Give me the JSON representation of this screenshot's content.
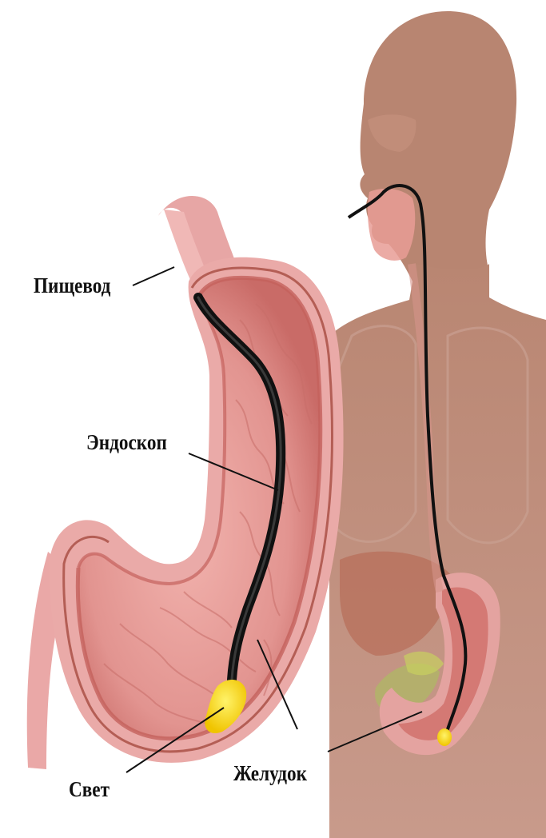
{
  "labels": {
    "esophagus": "Пищевод",
    "endoscope": "Эндоскоп",
    "light": "Свет",
    "stomach": "Желудок"
  },
  "colors": {
    "background": "#ffffff",
    "body_silhouette": "#b98672",
    "stomach_wall": "#e9a9a6",
    "stomach_inner": "#d67c79",
    "stomach_lining": "#c76662",
    "endoscope": "#111111",
    "light": "#f5d21c",
    "label_text": "#111111"
  }
}
